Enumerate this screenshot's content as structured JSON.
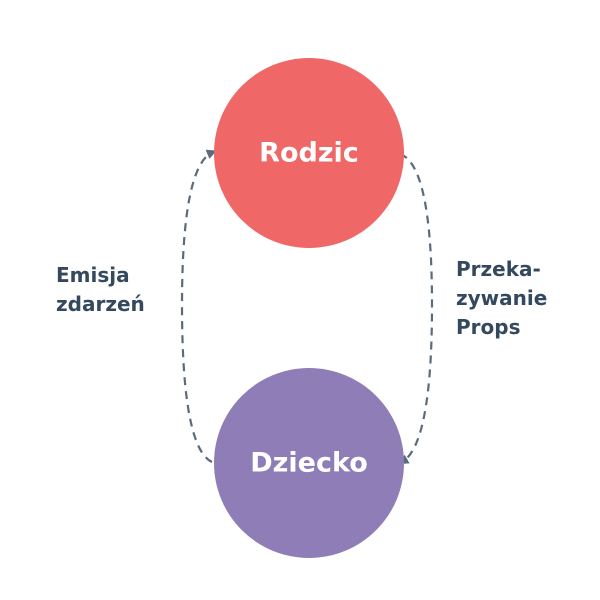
{
  "nodes": {
    "parent": {
      "label": "Rodzic",
      "color": "#f06767"
    },
    "child": {
      "label": "Dziecko",
      "color": "#8f7db7"
    }
  },
  "edges": {
    "emit": {
      "lines": [
        "Emisja",
        "zdarzeń"
      ]
    },
    "props": {
      "lines": [
        "Przeka-",
        "zywanie",
        "Props"
      ]
    }
  },
  "colors": {
    "arrow": "#5b6b7b",
    "text": "#34495e"
  }
}
